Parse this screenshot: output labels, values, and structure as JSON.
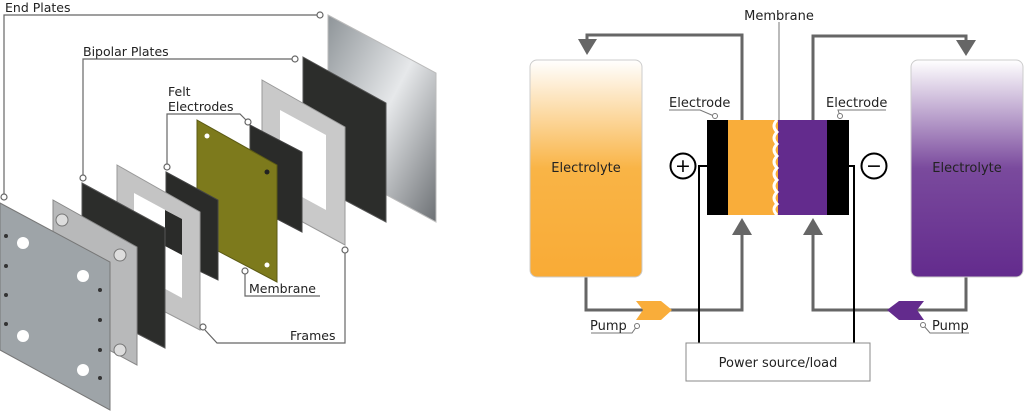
{
  "stack": {
    "labels": {
      "end_plates": "End Plates",
      "bipolar_plates": "Bipolar Plates",
      "felt_electrodes_line1": "Felt",
      "felt_electrodes_line2": "Electrodes",
      "membrane": "Membrane",
      "frames": "Frames"
    }
  },
  "flow_cell": {
    "membrane_label": "Membrane",
    "electrode_left": "Electrode",
    "electrode_right": "Electrode",
    "tank_left": "Electrolyte",
    "tank_right": "Electrolyte",
    "pump_left": "Pump",
    "pump_right": "Pump",
    "power": "Power source/load",
    "positive_symbol": "+",
    "negative_symbol": "−"
  },
  "colors": {
    "orange": "#f9ad3a",
    "purple": "#632b8d",
    "pipe": "#666666"
  }
}
